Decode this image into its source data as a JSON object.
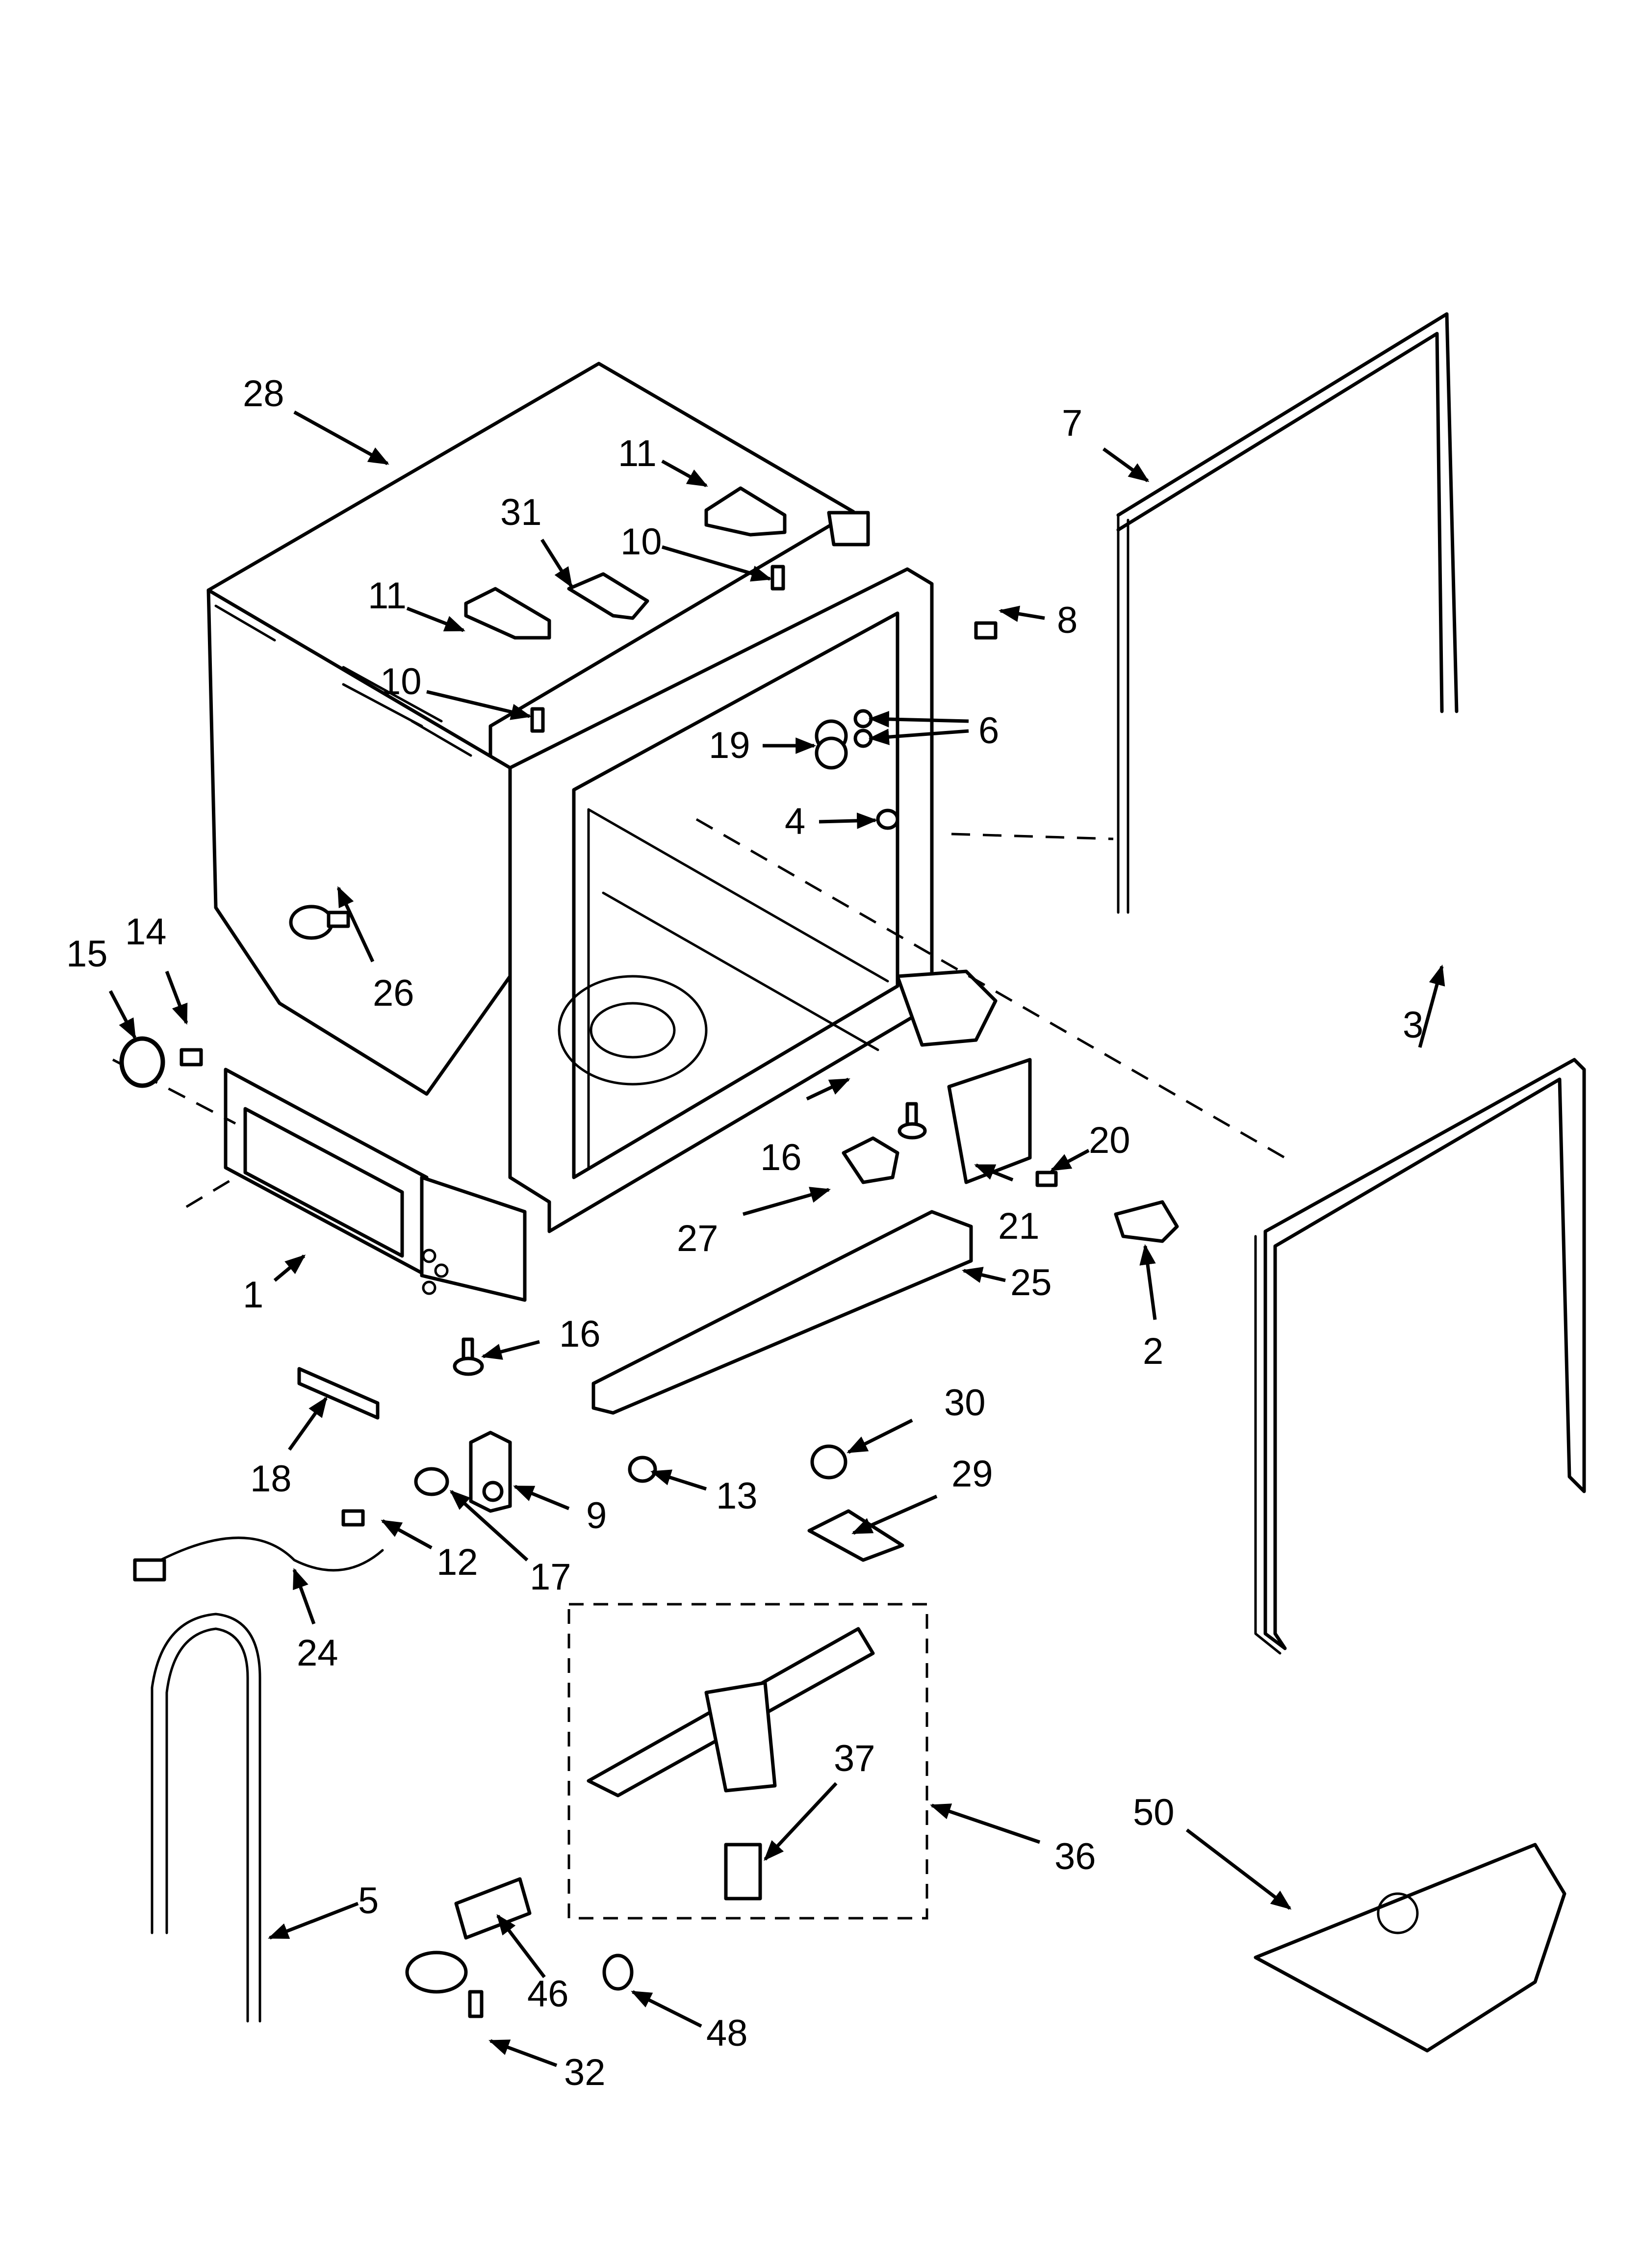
{
  "diagram": {
    "callouts": [
      {
        "id": "c28",
        "label": "28"
      },
      {
        "id": "c11a",
        "label": "11"
      },
      {
        "id": "c31",
        "label": "31"
      },
      {
        "id": "c10a",
        "label": "10"
      },
      {
        "id": "c11b",
        "label": "11"
      },
      {
        "id": "c10b",
        "label": "10"
      },
      {
        "id": "c7",
        "label": "7"
      },
      {
        "id": "c8",
        "label": "8"
      },
      {
        "id": "c6",
        "label": "6"
      },
      {
        "id": "c19",
        "label": "19"
      },
      {
        "id": "c4",
        "label": "4"
      },
      {
        "id": "c26",
        "label": "26"
      },
      {
        "id": "c15",
        "label": "15"
      },
      {
        "id": "c14",
        "label": "14"
      },
      {
        "id": "c3",
        "label": "3"
      },
      {
        "id": "c20",
        "label": "20"
      },
      {
        "id": "c16a",
        "label": "16"
      },
      {
        "id": "c21",
        "label": "21"
      },
      {
        "id": "c27",
        "label": "27"
      },
      {
        "id": "c25",
        "label": "25"
      },
      {
        "id": "c2",
        "label": "2"
      },
      {
        "id": "c1",
        "label": "1"
      },
      {
        "id": "c16b",
        "label": "16"
      },
      {
        "id": "c18",
        "label": "18"
      },
      {
        "id": "c30",
        "label": "30"
      },
      {
        "id": "c13",
        "label": "13"
      },
      {
        "id": "c9",
        "label": "9"
      },
      {
        "id": "c29",
        "label": "29"
      },
      {
        "id": "c12",
        "label": "12"
      },
      {
        "id": "c17",
        "label": "17"
      },
      {
        "id": "c24",
        "label": "24"
      },
      {
        "id": "c37",
        "label": "37"
      },
      {
        "id": "c36",
        "label": "36"
      },
      {
        "id": "c50",
        "label": "50"
      },
      {
        "id": "c5",
        "label": "5"
      },
      {
        "id": "c46",
        "label": "46"
      },
      {
        "id": "c48",
        "label": "48"
      },
      {
        "id": "c32",
        "label": "32"
      }
    ]
  }
}
